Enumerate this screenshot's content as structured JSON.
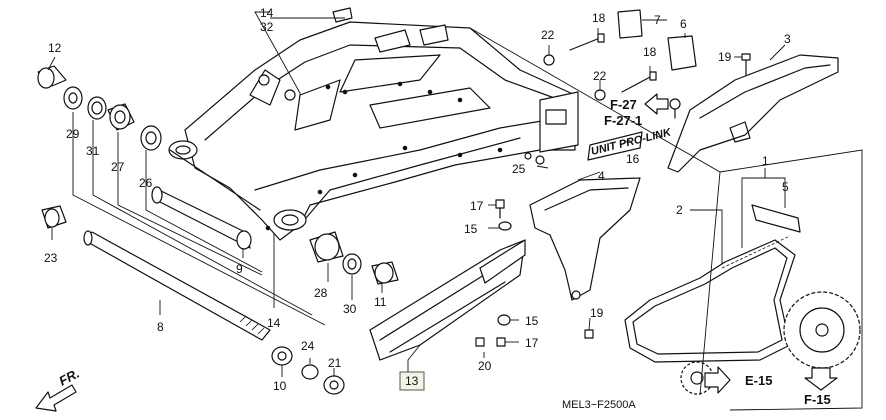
{
  "callouts": {
    "p1": "1",
    "p2": "2",
    "p3": "3",
    "p4": "4",
    "p5": "5",
    "p6": "6",
    "p7": "7",
    "p8": "8",
    "p9": "9",
    "p10": "10",
    "p11": "11",
    "p12": "12",
    "p13": "13",
    "p14a": "14",
    "p14b": "14",
    "p15a": "15",
    "p15b": "15",
    "p16": "16",
    "p17a": "17",
    "p17b": "17",
    "p18a": "18",
    "p18b": "18",
    "p19a": "19",
    "p19b": "19",
    "p20": "20",
    "p21": "21",
    "p22a": "22",
    "p22b": "22",
    "p23": "23",
    "p24": "24",
    "p25": "25",
    "p26": "26",
    "p27": "27",
    "p28": "28",
    "p29": "29",
    "p30": "30",
    "p31": "31",
    "p32": "32"
  },
  "refs": {
    "f27": "F-27",
    "f27_1": "F-27-1",
    "e15": "E-15",
    "f15": "F-15",
    "direction": "FR."
  },
  "decal_text": "UNIT PRO-LINK",
  "diagram_code": "MEL3−F2500A"
}
